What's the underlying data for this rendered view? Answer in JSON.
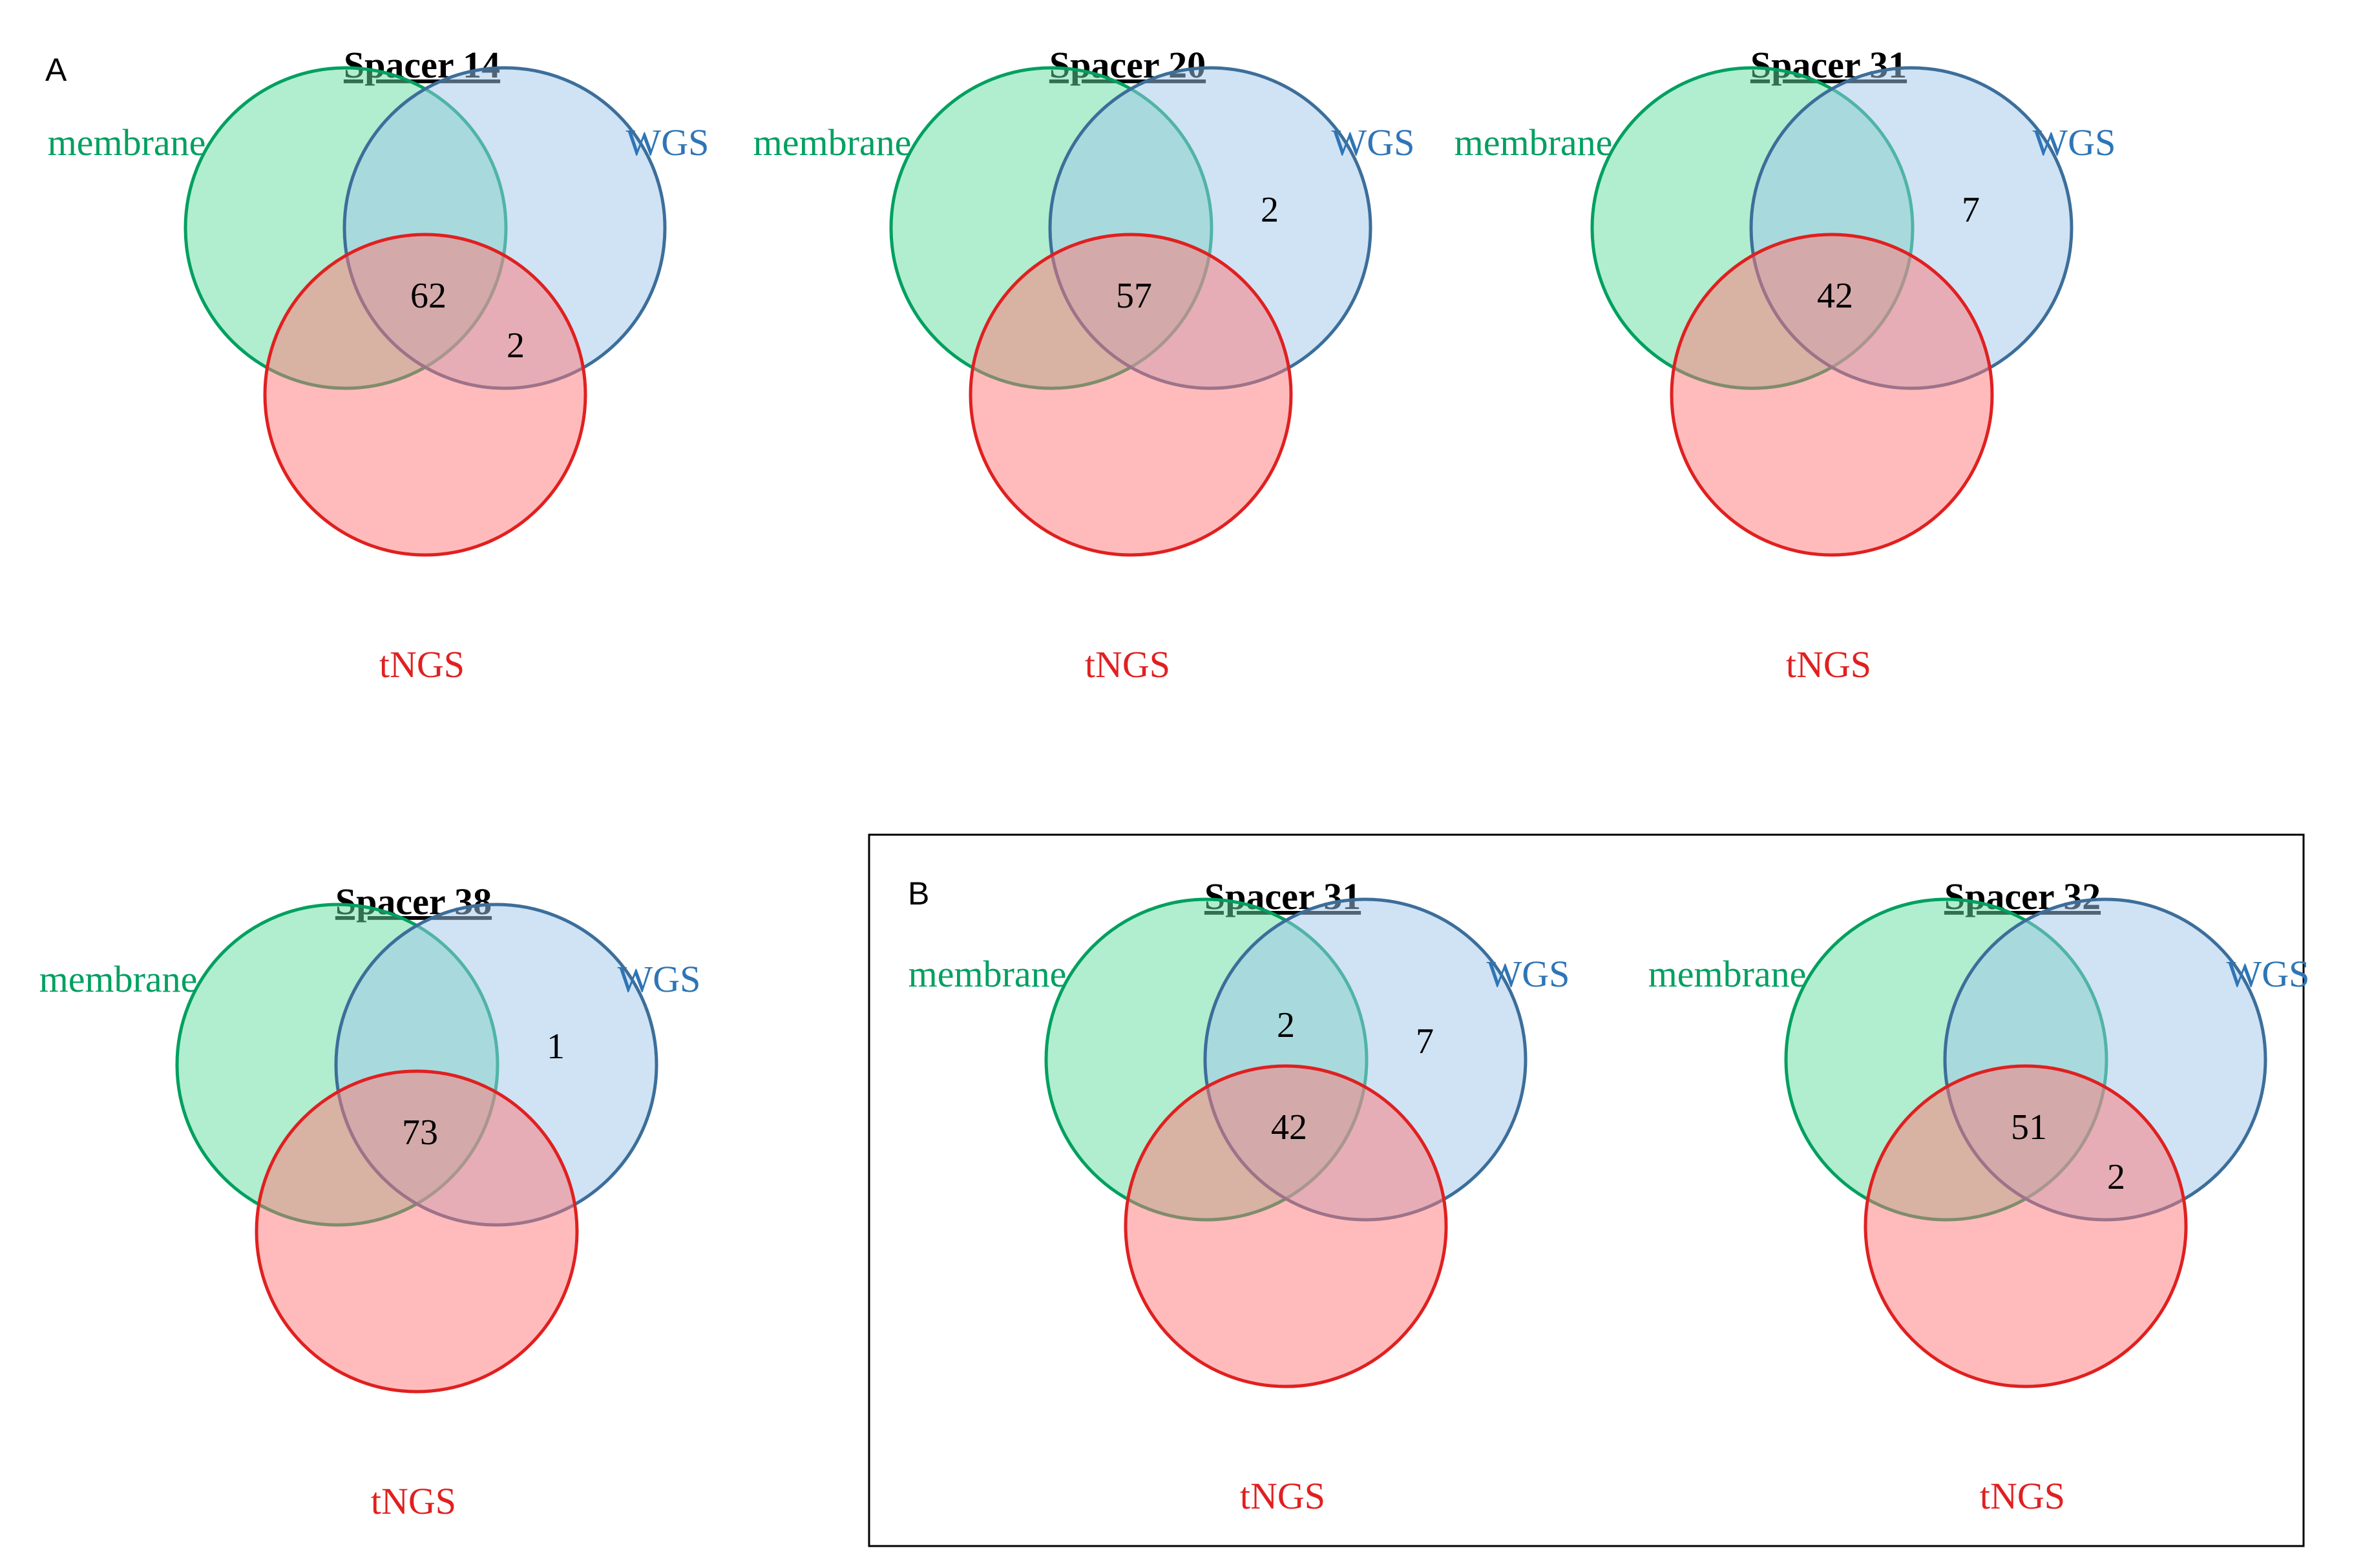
{
  "colors": {
    "membrane_fill": "#64dca0",
    "membrane_stroke": "#00a060",
    "membrane_text": "#00a060",
    "wgs_fill": "#a0c8ec",
    "wgs_stroke": "#3c6e9a",
    "wgs_text": "#2e75b6",
    "tngs_fill": "#ff7878",
    "tngs_stroke": "#e02020",
    "tngs_text": "#e02020"
  },
  "panels": [
    {
      "label": "A"
    },
    {
      "label": "B"
    }
  ],
  "diagrams": [
    {
      "title": "Spacer 14",
      "sets": {
        "membrane": "membrane",
        "wgs": "WGS",
        "tngs": "tNGS"
      },
      "regions": {
        "all_three": "62",
        "wgs_tngs": "2"
      }
    },
    {
      "title": "Spacer 20",
      "sets": {
        "membrane": "membrane",
        "wgs": "WGS",
        "tngs": "tNGS"
      },
      "regions": {
        "all_three": "57",
        "wgs_only": "2"
      }
    },
    {
      "title": "Spacer 31",
      "sets": {
        "membrane": "membrane",
        "wgs": "WGS",
        "tngs": "tNGS"
      },
      "regions": {
        "all_three": "42",
        "wgs_only": "7"
      }
    },
    {
      "title": "Spacer 38",
      "sets": {
        "membrane": "membrane",
        "wgs": "WGS",
        "tngs": "tNGS"
      },
      "regions": {
        "all_three": "73",
        "wgs_only": "1"
      }
    },
    {
      "title": "Spacer 31",
      "sets": {
        "membrane": "membrane",
        "wgs": "WGS",
        "tngs": "tNGS"
      },
      "regions": {
        "membrane_wgs": "2",
        "all_three": "42",
        "wgs_only": "7"
      }
    },
    {
      "title": "Spacer 32",
      "sets": {
        "membrane": "membrane",
        "wgs": "WGS",
        "tngs": "tNGS"
      },
      "regions": {
        "all_three": "51",
        "wgs_tngs": "2"
      }
    }
  ]
}
